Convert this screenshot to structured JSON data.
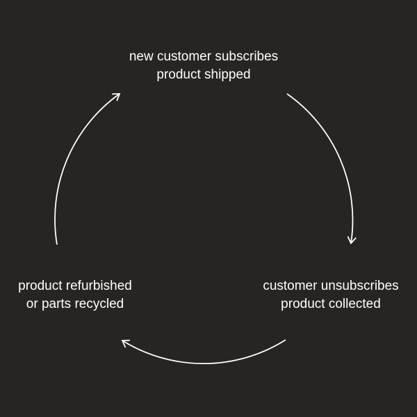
{
  "colors": {
    "background": "#282423",
    "foreground": "#ffffff"
  },
  "nodes": [
    {
      "line1": "new customer subscribes",
      "line2": "product shipped"
    },
    {
      "line1": "customer unsubscribes",
      "line2": "product collected"
    },
    {
      "line1": "product refurbished",
      "line2": "or parts recycled"
    }
  ]
}
